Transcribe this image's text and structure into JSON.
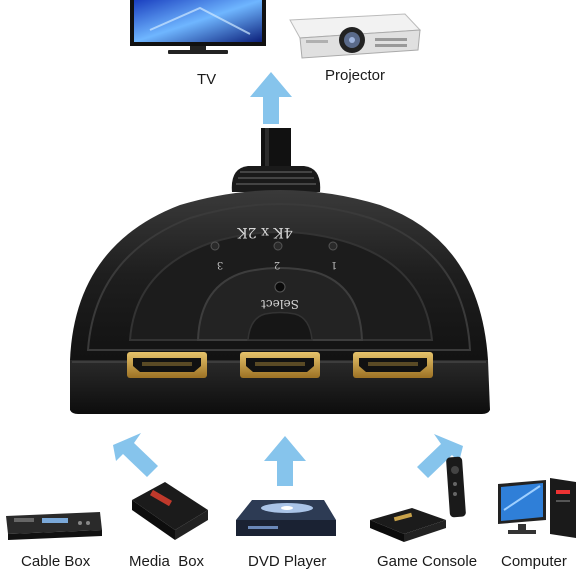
{
  "outputs": [
    {
      "label": "TV"
    },
    {
      "label": "Projector"
    }
  ],
  "device": {
    "resolution_text": "4K x 2K",
    "select_text": "Select",
    "port_numbers": [
      "3",
      "2",
      "1"
    ]
  },
  "inputs": [
    {
      "label": "Cable Box"
    },
    {
      "label": "Media  Box"
    },
    {
      "label": "DVD Player"
    },
    {
      "label": "Game Console"
    },
    {
      "label": "Computer"
    }
  ],
  "colors": {
    "arrow": "#86c4ec",
    "device_body": "#1b1b1b",
    "port_gold": "#c89a3c"
  }
}
